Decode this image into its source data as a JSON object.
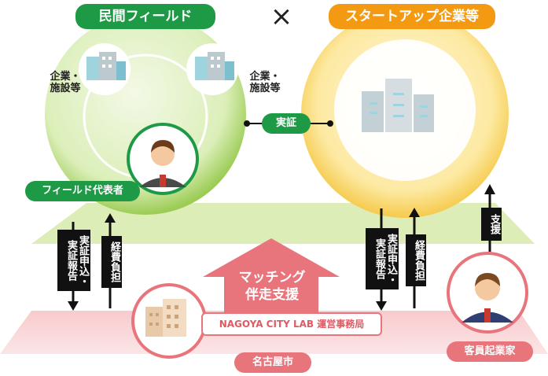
{
  "top": {
    "left_title": "民間フィールド",
    "cross": "×",
    "right_title": "スタートアップ企業等"
  },
  "field": {
    "company_left": "企業・\n施設等",
    "company_right": "企業・\n施設等",
    "representative": "フィールド代表者"
  },
  "link": {
    "label": "実証"
  },
  "flows": {
    "left_down": "実証申込・実証報告",
    "left_up": "経費負担",
    "right_down": "実証申込・実証報告",
    "right_up": "経費負担",
    "support": "支援"
  },
  "center": {
    "arrow_text": "マッチング\n伴走支援",
    "office": "NAGOYA CITY LAB 運営事務局",
    "city": "名古屋市"
  },
  "mentor": {
    "label": "客員起業家"
  },
  "colors": {
    "green": "#1e9a47",
    "orange": "#f39a12",
    "pink": "#e8747c",
    "light_green": "#cfe6a5",
    "yellow": "#f6cd4c"
  }
}
